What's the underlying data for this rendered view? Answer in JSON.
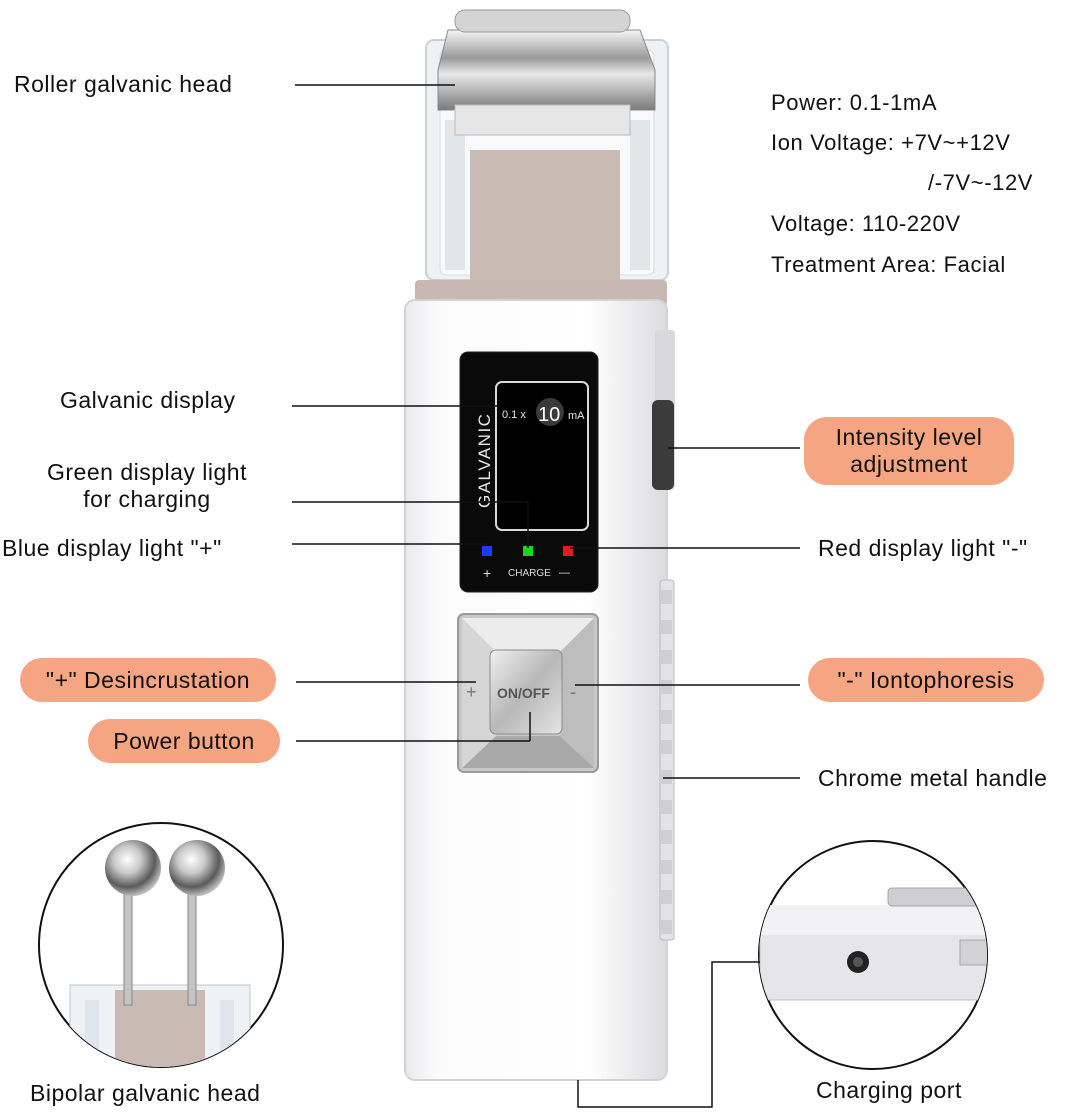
{
  "labels": {
    "roller_head": "Roller galvanic head",
    "galvanic_display": "Galvanic display",
    "green_light_line1": "Green display light",
    "green_light_line2": "for charging",
    "blue_light": "Blue display light \"+\"",
    "desincrustation": "\"+\" Desincrustation",
    "power_button": "Power button",
    "bipolar_head": "Bipolar galvanic head",
    "intensity_line1": "Intensity level",
    "intensity_line2": "adjustment",
    "red_light": "Red display light \"-\"",
    "iontophoresis": "\"-\" Iontophoresis",
    "chrome_handle": "Chrome metal handle",
    "charging_port": "Charging port"
  },
  "specs": {
    "power": "Power: 0.1-1mA",
    "ion_voltage": "Ion Voltage: +7V~+12V",
    "ion_voltage_neg": "/-7V~-12V",
    "voltage": "Voltage: 110-220V",
    "treatment_area": "Treatment Area: Facial"
  },
  "device_screen": {
    "brand": "GALVANIC",
    "multiplier": "0.1 x",
    "value": "10",
    "unit": "mA",
    "plus": "+",
    "charge": "CHARGE",
    "minus": "—",
    "button": "ON/OFF"
  },
  "colors": {
    "pill": "#f5a582",
    "blue_led": "#1a3cff",
    "green_led": "#19d419",
    "red_led": "#e01c1c"
  }
}
